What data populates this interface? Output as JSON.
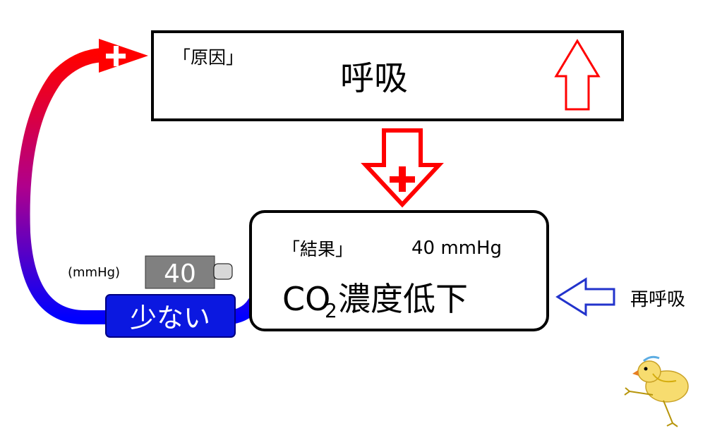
{
  "cause_box": {
    "tag": "「原因」",
    "title": "呼吸"
  },
  "result_box": {
    "tag": "「結果」",
    "value": "40 mmHg",
    "co": "CO",
    "sub": "2",
    "title_rest": "濃度低下"
  },
  "sensor": {
    "unit": "(mmHg)",
    "value": "40",
    "level": "少ない"
  },
  "rebreathe": {
    "label": "再呼吸"
  },
  "colors": {
    "red": "#ff0000",
    "blue": "#0000ff",
    "level_blue": "#0b18e0",
    "gauge_gray": "#808080",
    "outline_blue": "#2233cc"
  },
  "icons": {
    "up_arrow": "up-arrow-icon",
    "down_arrow": "down-arrow-icon",
    "left_arrow": "left-arrow-icon",
    "plus": "plus-icon",
    "chick": "chick-icon"
  }
}
